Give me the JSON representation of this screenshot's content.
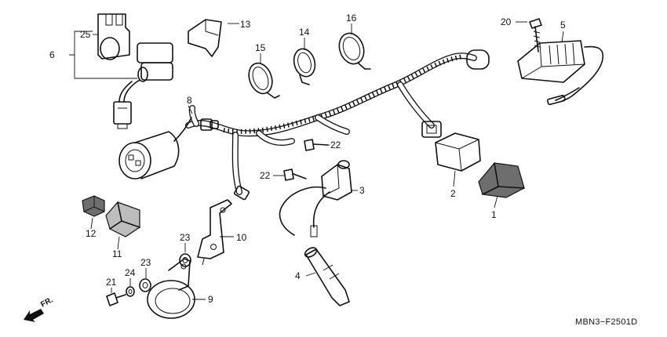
{
  "callouts": {
    "c1": "1",
    "c2": "2",
    "c3": "3",
    "c4": "4",
    "c5": "5",
    "c6": "6",
    "c8": "8",
    "c9": "9",
    "c10": "10",
    "c11": "11",
    "c12": "12",
    "c13": "13",
    "c14": "14",
    "c15": "15",
    "c16": "16",
    "c20": "20",
    "c21": "21",
    "c22a": "22",
    "c22b": "22",
    "c23a": "23",
    "c23b": "23",
    "c24": "24",
    "c25": "25"
  },
  "front_marker": "FR.",
  "diagram_code": "MBN3−F2501D"
}
